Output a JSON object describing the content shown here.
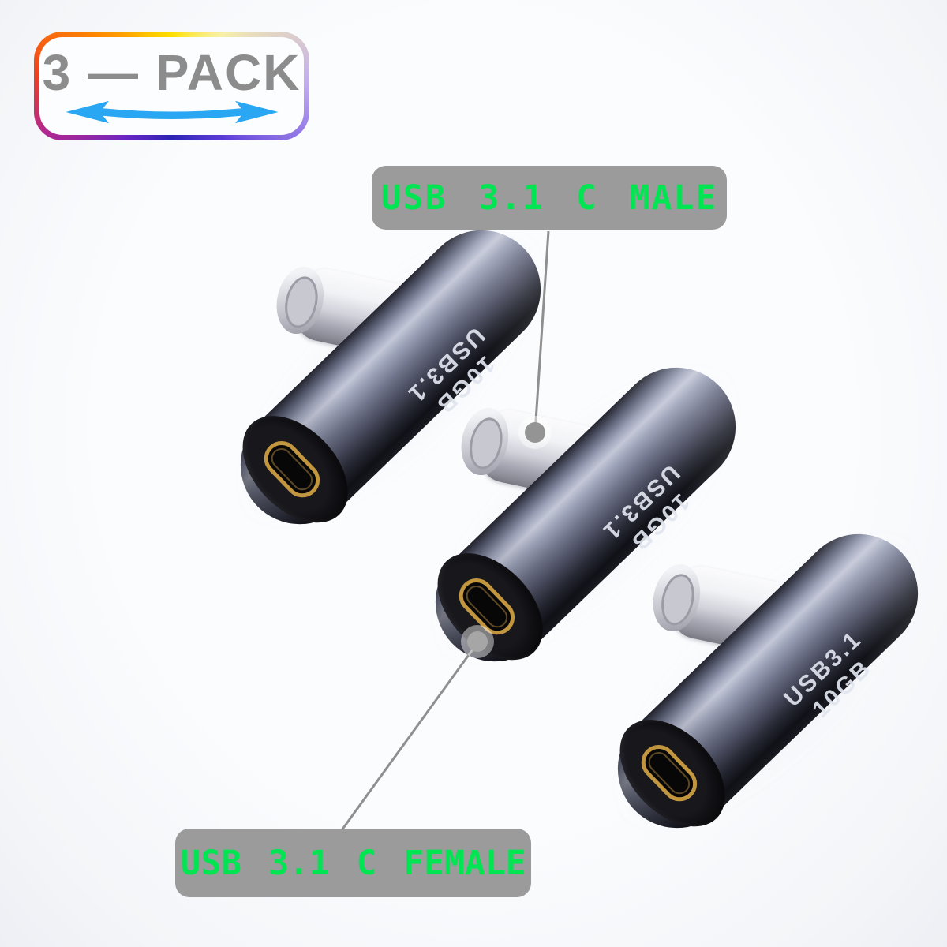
{
  "scene": {
    "background_color": "#f8f9fc",
    "description_colors": {
      "adapter_body": "#2a2c38",
      "adapter_highlight": "#c3c7d7",
      "port_gold": "#c2953f",
      "plug_silver": "#d2d3db"
    }
  },
  "pack_badge": {
    "label": "3 — PACK",
    "text_color": "#8c8c8c",
    "arrow_color": "#2aa7f3",
    "border_style": "rainbow-gradient"
  },
  "callouts": {
    "male_label": "USB 3.1 C MALE",
    "female_label": "USB 3.1 C FEMALE",
    "badge_color": "#9b9b9b",
    "text_color": "#00e551",
    "line_color": "#8f8f8f"
  },
  "adapters": [
    {
      "position": "top-left",
      "line1": "USB3.1",
      "line2": "10GB",
      "print_orientation": "flipped"
    },
    {
      "position": "middle",
      "line1": "USB3.1",
      "line2": "10GB",
      "print_orientation": "flipped"
    },
    {
      "position": "bottom-right",
      "line1": "USB3.1",
      "line2": "10GB",
      "print_orientation": "upright"
    }
  ]
}
